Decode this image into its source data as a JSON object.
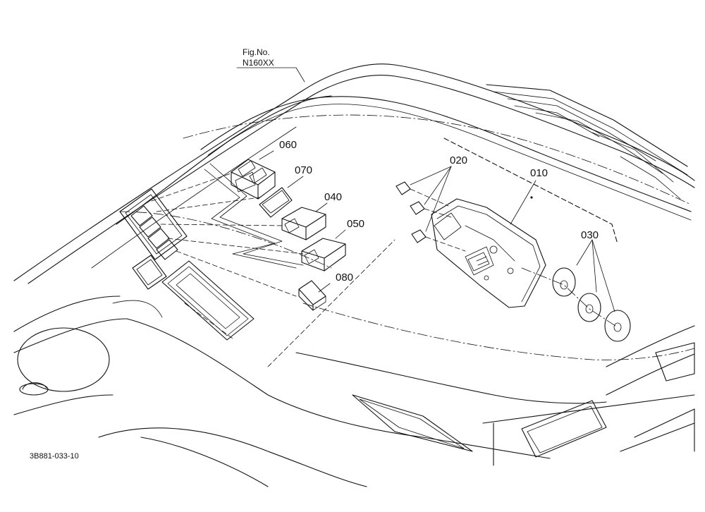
{
  "figure": {
    "label": "Fig.No.",
    "number": "N160XX"
  },
  "callouts": {
    "c010": "010",
    "c020": "020",
    "c030": "030",
    "c040": "040",
    "c050": "050",
    "c060": "060",
    "c070": "070",
    "c080": "080"
  },
  "drawing_code": "3B881-033-10"
}
